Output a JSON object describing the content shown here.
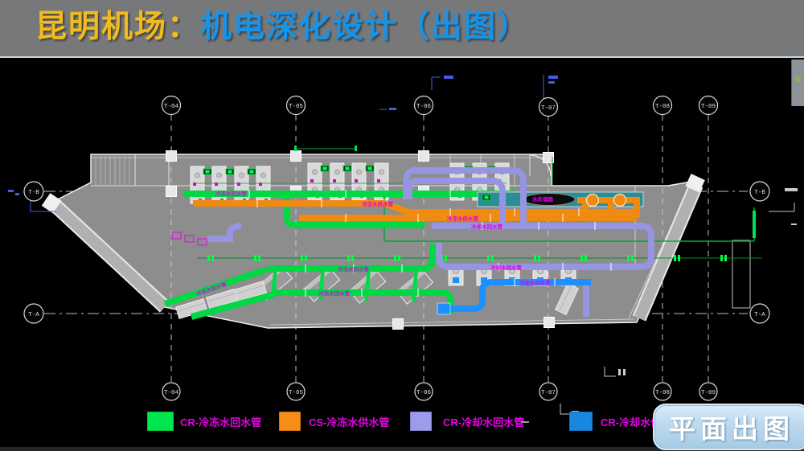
{
  "header": {
    "title_prefix": "昆明机场：",
    "title_main": "机电深化设计（出图）"
  },
  "grid": {
    "columns": [
      {
        "id": "T-04"
      },
      {
        "id": "T-05"
      },
      {
        "id": "T-06"
      },
      {
        "id": "T-07"
      },
      {
        "id": "T-08"
      },
      {
        "id": "T-09"
      }
    ],
    "rows": [
      {
        "id": "T-B"
      },
      {
        "id": "T-A"
      }
    ]
  },
  "pipe_labels": {
    "cr": "冷冻水回水管",
    "cs": "冷冻水供水管",
    "cwr": "冷却水回水管",
    "cws": "冷却水供水管",
    "tank": "水处理器"
  },
  "legend": {
    "items": [
      {
        "label": "CR-冷冻水回水管",
        "color": "#00e64d"
      },
      {
        "label": "CS-冷冻水供水管",
        "color": "#f78c16"
      },
      {
        "label": "CR-冷却水回水管",
        "color": "#9d9bec"
      },
      {
        "label": "CR-冷却水供水管",
        "color": "#1787e0"
      }
    ]
  },
  "action_button": {
    "label": "平面出图"
  },
  "colors": {
    "header_bg": "#77787a",
    "title_yellow": "#f2bb1d",
    "title_blue": "#1694ea",
    "canvas_bg": "#000000",
    "building_gray": "#8d8d8d",
    "pipe_green": "#00d944",
    "pipe_orange": "#f08a10",
    "pipe_purple": "#9795e2",
    "pipe_blue": "#1e8fff",
    "label_magenta": "#e600e6"
  }
}
